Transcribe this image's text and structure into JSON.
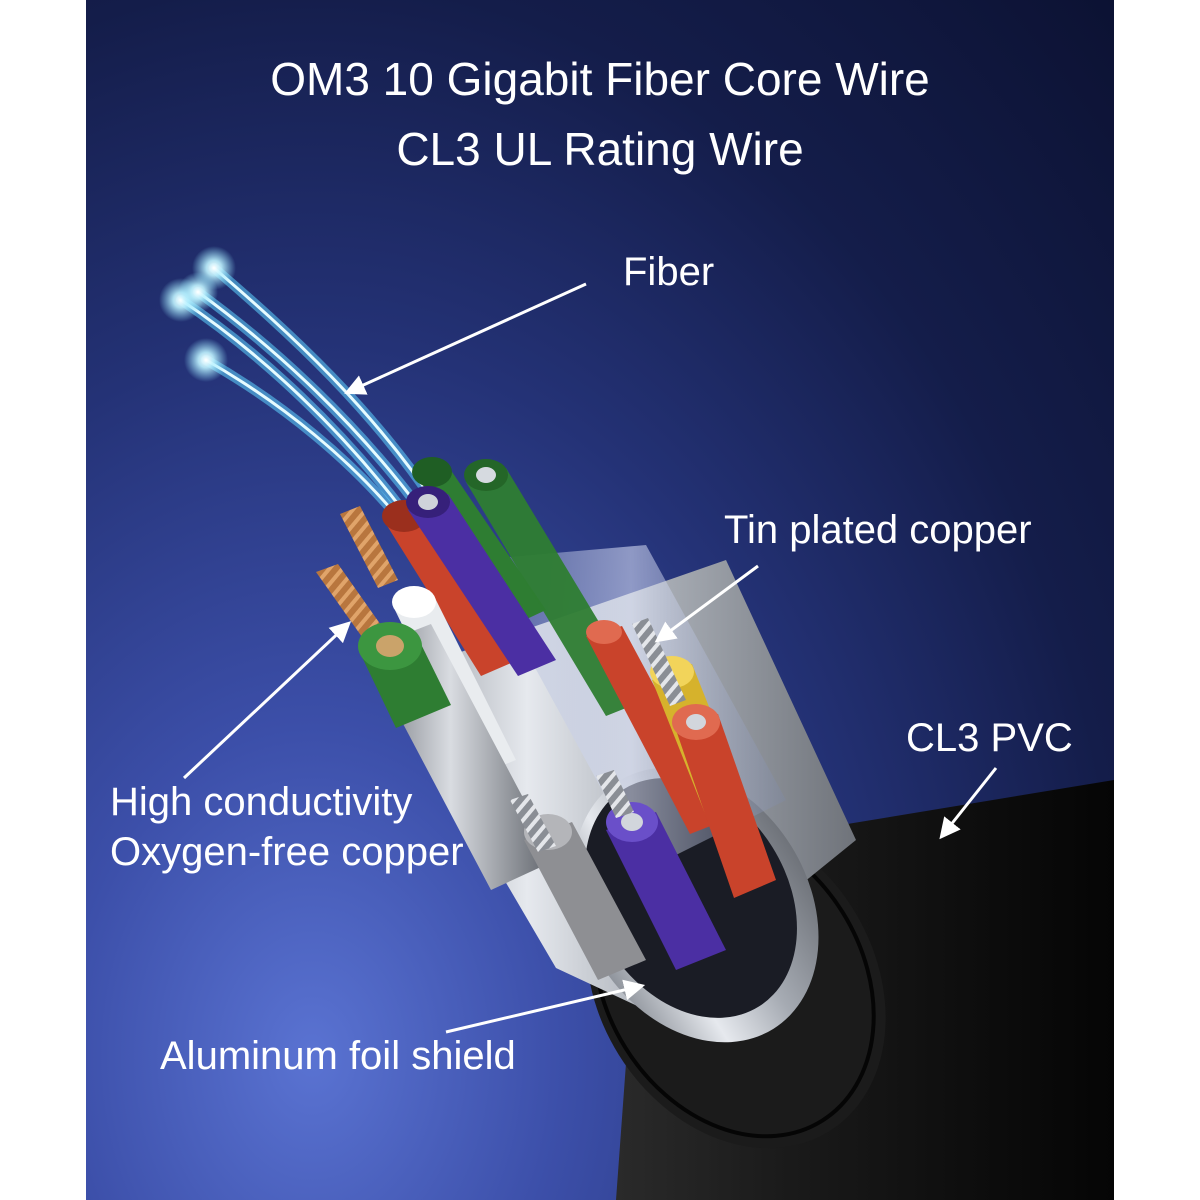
{
  "title": {
    "line1": "OM3 10 Gigabit Fiber Core Wire",
    "line2": "CL3 UL Rating Wire"
  },
  "labels": {
    "fiber": "Fiber",
    "tin_plated_copper": "Tin plated copper",
    "cl3_pvc": "CL3 PVC",
    "high_conductivity_line1": "High conductivity",
    "high_conductivity_line2": "Oxygen-free copper",
    "aluminum_foil_shield": "Aluminum foil shield"
  },
  "colors": {
    "background_center": "#5a73d2",
    "background_edge": "#0c1233",
    "jacket": "#161616",
    "foil": "#c9cdd3",
    "fiber_glow": "#8fe7ff",
    "green_insulation": "#2e7d32",
    "red_insulation": "#c9432b",
    "purple_insulation": "#4b2fa3",
    "yellow_insulation": "#d6b22c",
    "white_insulation": "#f0f0f0",
    "copper": "#c8874a"
  }
}
